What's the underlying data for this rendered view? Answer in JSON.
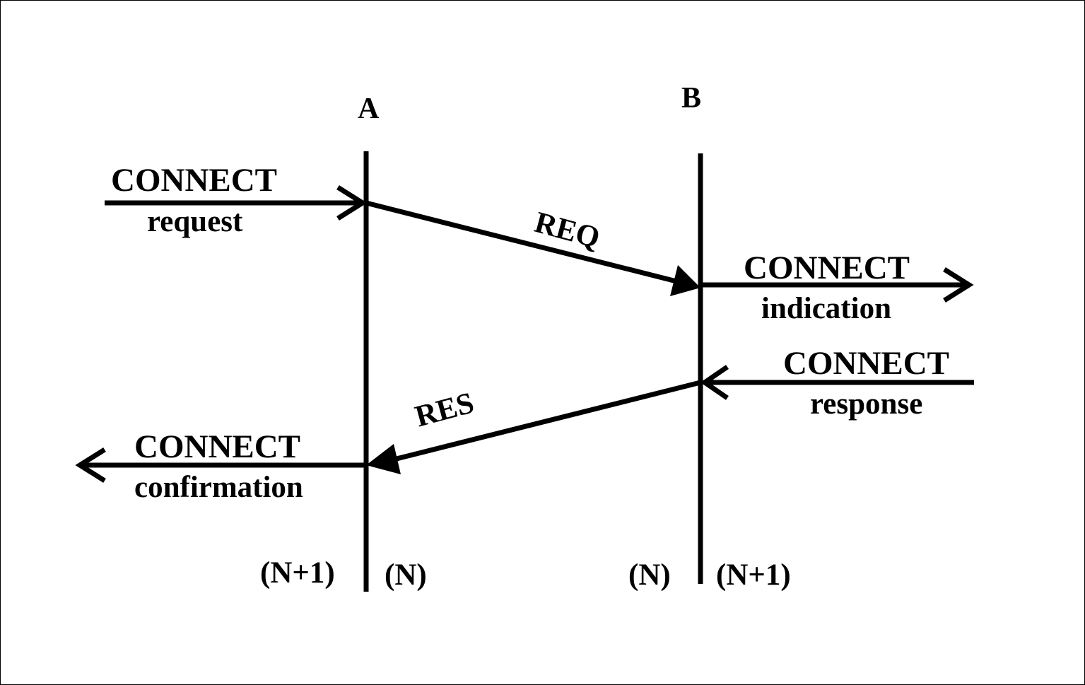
{
  "diagram": {
    "colors": {
      "line": "#000000",
      "background": "#ffffff"
    },
    "nodes": {
      "a": "A",
      "b": "B"
    },
    "primitives": {
      "request": {
        "line1": "CONNECT",
        "line2": "request"
      },
      "indication": {
        "line1": "CONNECT",
        "line2": "indication"
      },
      "response": {
        "line1": "CONNECT",
        "line2": "response"
      },
      "confirmation": {
        "line1": "CONNECT",
        "line2": "confirmation"
      }
    },
    "messages": {
      "req": "REQ",
      "res": "RES"
    },
    "layers": {
      "a_left": "(N+1)",
      "a_right": "(N)",
      "b_left": "(N)",
      "b_right": "(N+1)"
    }
  }
}
